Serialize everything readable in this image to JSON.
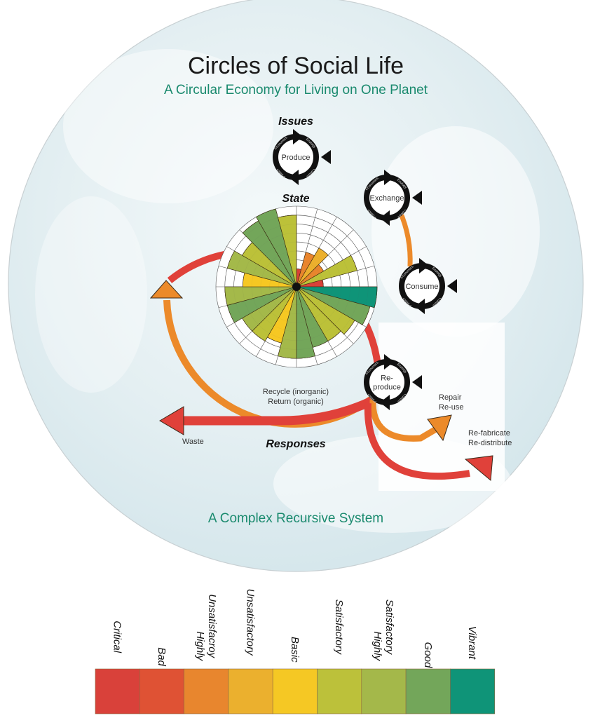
{
  "header": {
    "title": "Circles of Social Life",
    "subtitle": "A Circular Economy for Living on One Planet"
  },
  "sections": {
    "issues": "Issues",
    "state": "State",
    "responses": "Responses"
  },
  "footer": {
    "caption": "A Complex Recursive System"
  },
  "cycle_nodes": [
    {
      "id": "produce",
      "label_lines": [
        "Produce"
      ]
    },
    {
      "id": "exchange",
      "label_lines": [
        "Exchange"
      ]
    },
    {
      "id": "consume",
      "label_lines": [
        "Consume"
      ]
    },
    {
      "id": "reproduce",
      "label_lines": [
        "Re-",
        "produce"
      ]
    }
  ],
  "ring_domains": [
    "Economics",
    "Ecology",
    "Culture",
    "Politics"
  ],
  "flow_labels": {
    "recycle": [
      "Recycle (inorganic)",
      "Return (organic)"
    ],
    "waste": "Waste",
    "repair": [
      "Repair",
      "Re-use"
    ],
    "refabricate": [
      "Re-fabricate",
      "Re-distribute"
    ]
  },
  "colors": {
    "critical": "#d9413a",
    "bad": "#df5234",
    "highly_unsatisfactory": "#e8862e",
    "unsatisfactory": "#ebb02e",
    "basic": "#f5c824",
    "satisfactory": "#bcc13a",
    "highly_satisfactory": "#a4b84a",
    "good": "#73a65a",
    "vibrant": "#0f9478",
    "ring_red": "#e0413a",
    "ring_orange": "#ec8a2a",
    "subtitle_teal": "#1a8a6e"
  },
  "legend": {
    "items": [
      {
        "label_lines": [
          "Critical"
        ],
        "color": "#d9413a"
      },
      {
        "label_lines": [
          "Bad"
        ],
        "color": "#df5234"
      },
      {
        "label_lines": [
          "Highly",
          "Unsatisfacroy"
        ],
        "color": "#e8862e"
      },
      {
        "label_lines": [
          "Unsatisfactory"
        ],
        "color": "#ebb02e"
      },
      {
        "label_lines": [
          "Basic"
        ],
        "color": "#f5c824"
      },
      {
        "label_lines": [
          "Satisfactory"
        ],
        "color": "#bcc13a"
      },
      {
        "label_lines": [
          "Highly",
          "Satisfactory"
        ],
        "color": "#a4b84a"
      },
      {
        "label_lines": [
          "Good"
        ],
        "color": "#73a65a"
      },
      {
        "label_lines": [
          "Vibrant"
        ],
        "color": "#0f9478"
      }
    ]
  },
  "chart_data": {
    "type": "polar-bar",
    "title": "State",
    "scale_max": 9,
    "rings": 9,
    "sectors": 24,
    "start_direction": "top",
    "direction": "clockwise",
    "wedges": [
      {
        "value": 2,
        "level": "Critical"
      },
      {
        "value": 4,
        "level": "Highly Unsatisfactory"
      },
      {
        "value": 5,
        "level": "Unsatisfactory"
      },
      {
        "value": 3.5,
        "level": "Highly Unsatisfactory"
      },
      {
        "value": 7,
        "level": "Satisfactory"
      },
      {
        "value": 3,
        "level": "Critical"
      },
      {
        "value": 9,
        "level": "Vibrant"
      },
      {
        "value": 8.5,
        "level": "Good"
      },
      {
        "value": 7.5,
        "level": "Satisfactory"
      },
      {
        "value": 7,
        "level": "Satisfactory"
      },
      {
        "value": 7,
        "level": "Good"
      },
      {
        "value": 8,
        "level": "Good"
      },
      {
        "value": 8,
        "level": "Highly Satisfactory"
      },
      {
        "value": 6.5,
        "level": "Basic"
      },
      {
        "value": 7,
        "level": "Satisfactory"
      },
      {
        "value": 7,
        "level": "Highly Satisfactory"
      },
      {
        "value": 8,
        "level": "Good"
      },
      {
        "value": 8,
        "level": "Highly Satisfactory"
      },
      {
        "value": 6,
        "level": "Basic"
      },
      {
        "value": 8,
        "level": "Highly Satisfactory"
      },
      {
        "value": 7,
        "level": "Satisfactory"
      },
      {
        "value": 8.5,
        "level": "Good"
      },
      {
        "value": 9,
        "level": "Good"
      },
      {
        "value": 8,
        "level": "Satisfactory"
      }
    ]
  }
}
